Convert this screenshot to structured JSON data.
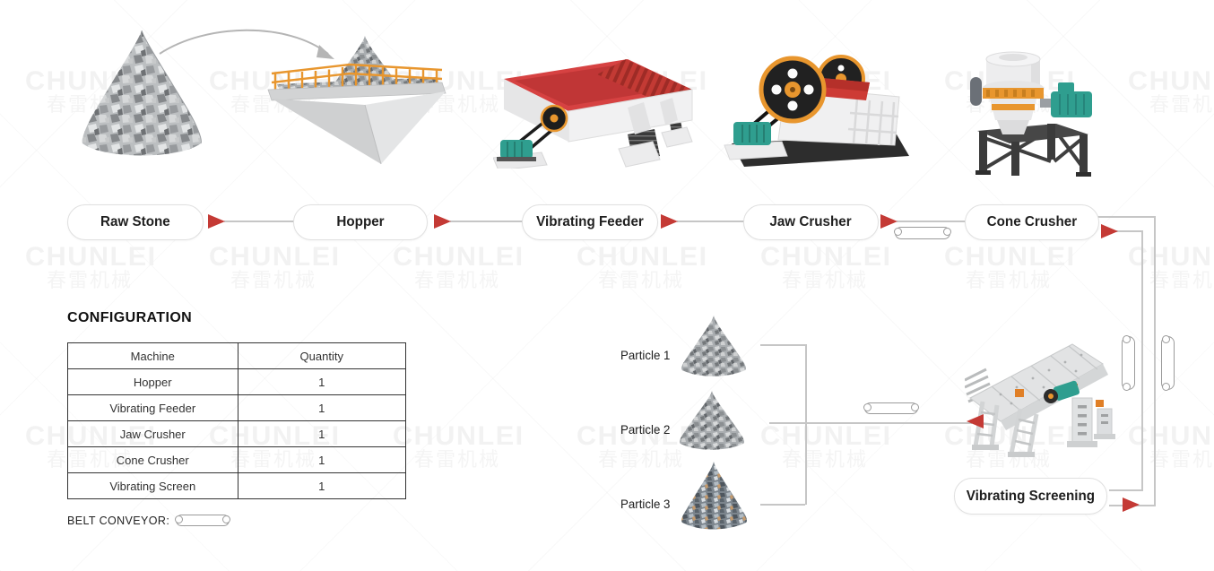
{
  "watermark": {
    "latin": "CHUNLEI",
    "cjk": "春雷机械"
  },
  "flow": {
    "nodes": [
      {
        "id": "raw-stone",
        "label": "Raw Stone"
      },
      {
        "id": "hopper",
        "label": "Hopper"
      },
      {
        "id": "vibrating-feeder",
        "label": "Vibrating Feeder"
      },
      {
        "id": "jaw-crusher",
        "label": "Jaw Crusher"
      },
      {
        "id": "cone-crusher",
        "label": "Cone Crusher"
      },
      {
        "id": "vibrating-screening",
        "label": "Vibrating Screening"
      }
    ]
  },
  "machines": [
    "raw-stone-pile",
    "hopper",
    "vibrating-feeder",
    "jaw-crusher",
    "cone-crusher",
    "vibrating-screen"
  ],
  "configuration": {
    "title": "CONFIGURATION",
    "table": {
      "headers": [
        "Machine",
        "Quantity"
      ],
      "rows": [
        [
          "Hopper",
          "1"
        ],
        [
          "Vibrating Feeder",
          "1"
        ],
        [
          "Jaw Crusher",
          "1"
        ],
        [
          "Cone Crusher",
          "1"
        ],
        [
          "Vibrating Screen",
          "1"
        ]
      ]
    },
    "belt_conveyor_label": "BELT CONVEYOR:"
  },
  "particles": {
    "items": [
      {
        "label": "Particle 1"
      },
      {
        "label": "Particle 2"
      },
      {
        "label": "Particle 3"
      }
    ]
  },
  "colors": {
    "flow_arrow_red": "#c43a35",
    "line_gray": "#c6c6c6",
    "machine_orange": "#e8962e",
    "machine_teal": "#2f9e8f",
    "machine_red": "#d04038",
    "table_border": "#333333",
    "pill_border": "#e0e0e0",
    "watermark_gray": "#f2f2f2"
  }
}
